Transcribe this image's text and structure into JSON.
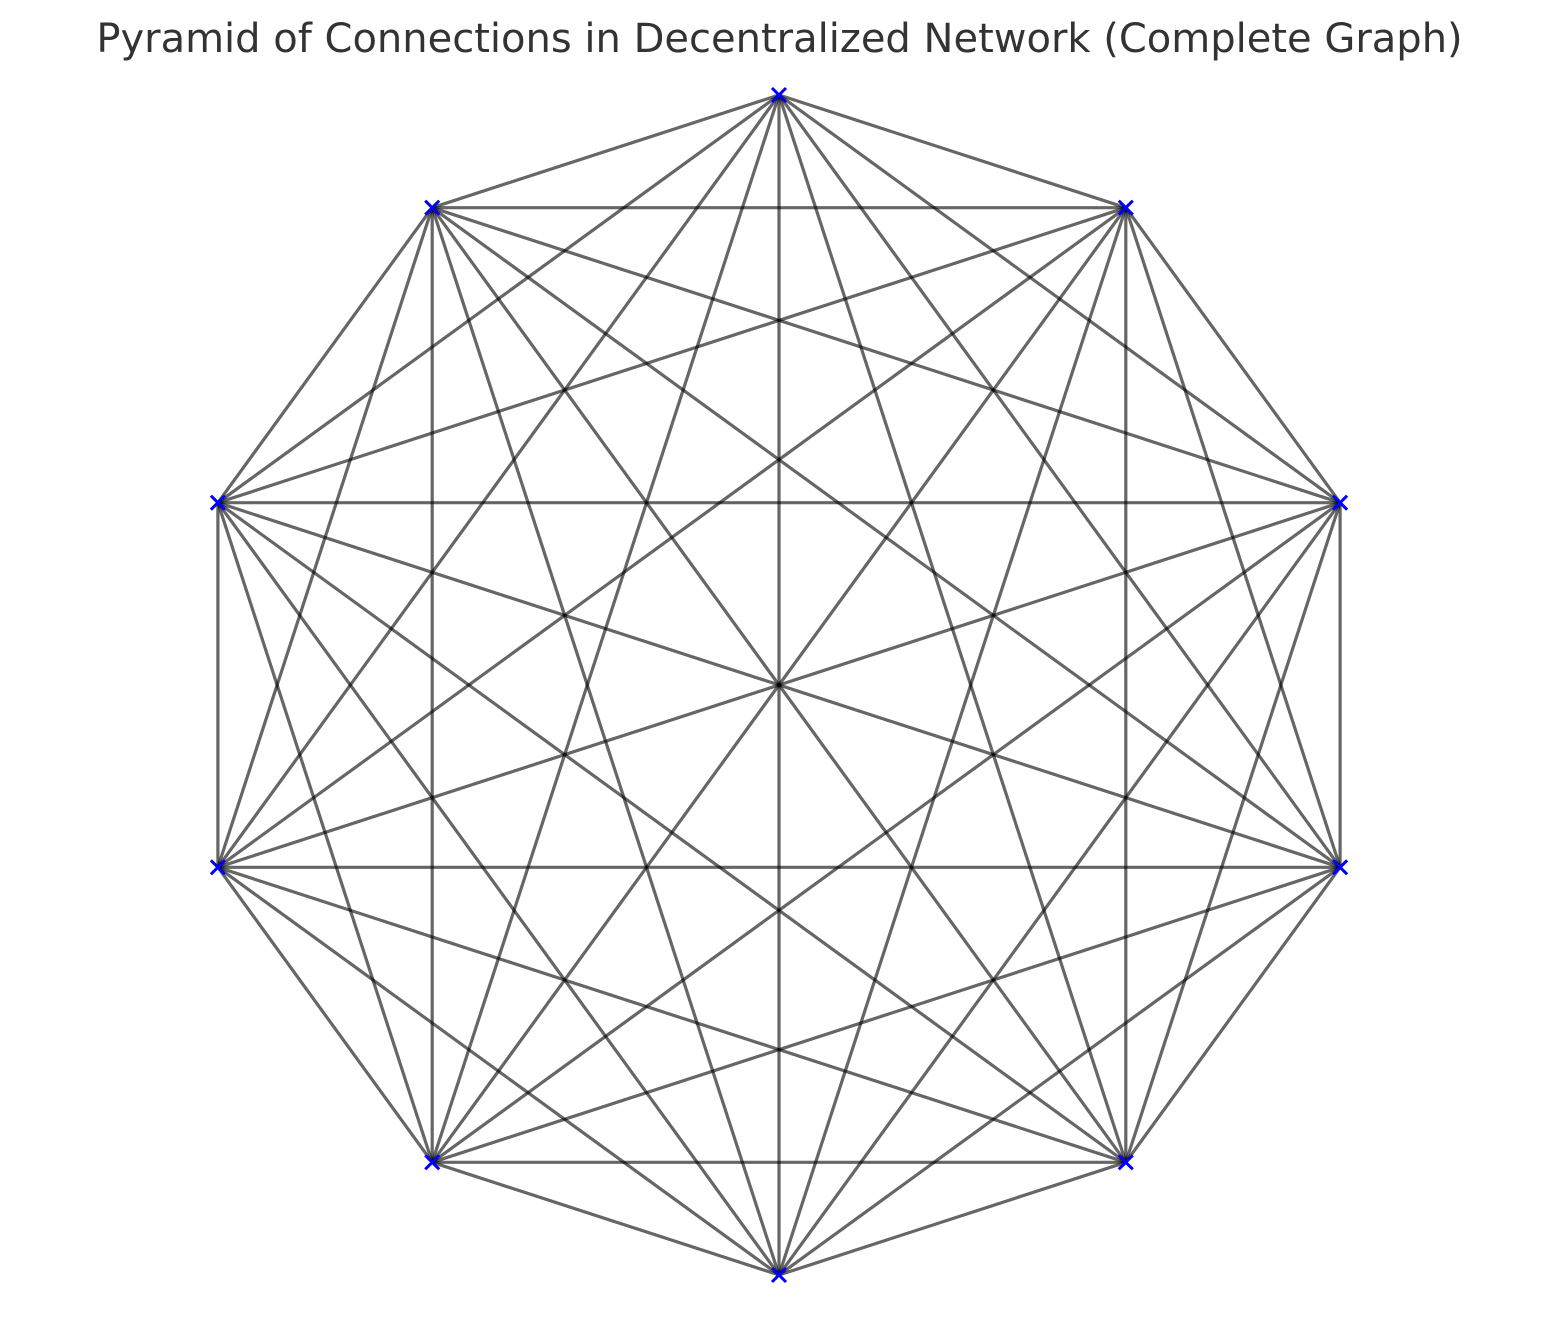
{
  "title": "Pyramid of Connections in Decentralized Network (Complete Graph)",
  "colors": {
    "edge": "#000000",
    "node": "#0000ff",
    "title": "#333333"
  },
  "node_icon": "x-marker-icon",
  "graph": {
    "type": "complete",
    "layout": "circular",
    "node_count": 10,
    "angle_offset_deg": 18,
    "edge_opacity": 0.6
  }
}
